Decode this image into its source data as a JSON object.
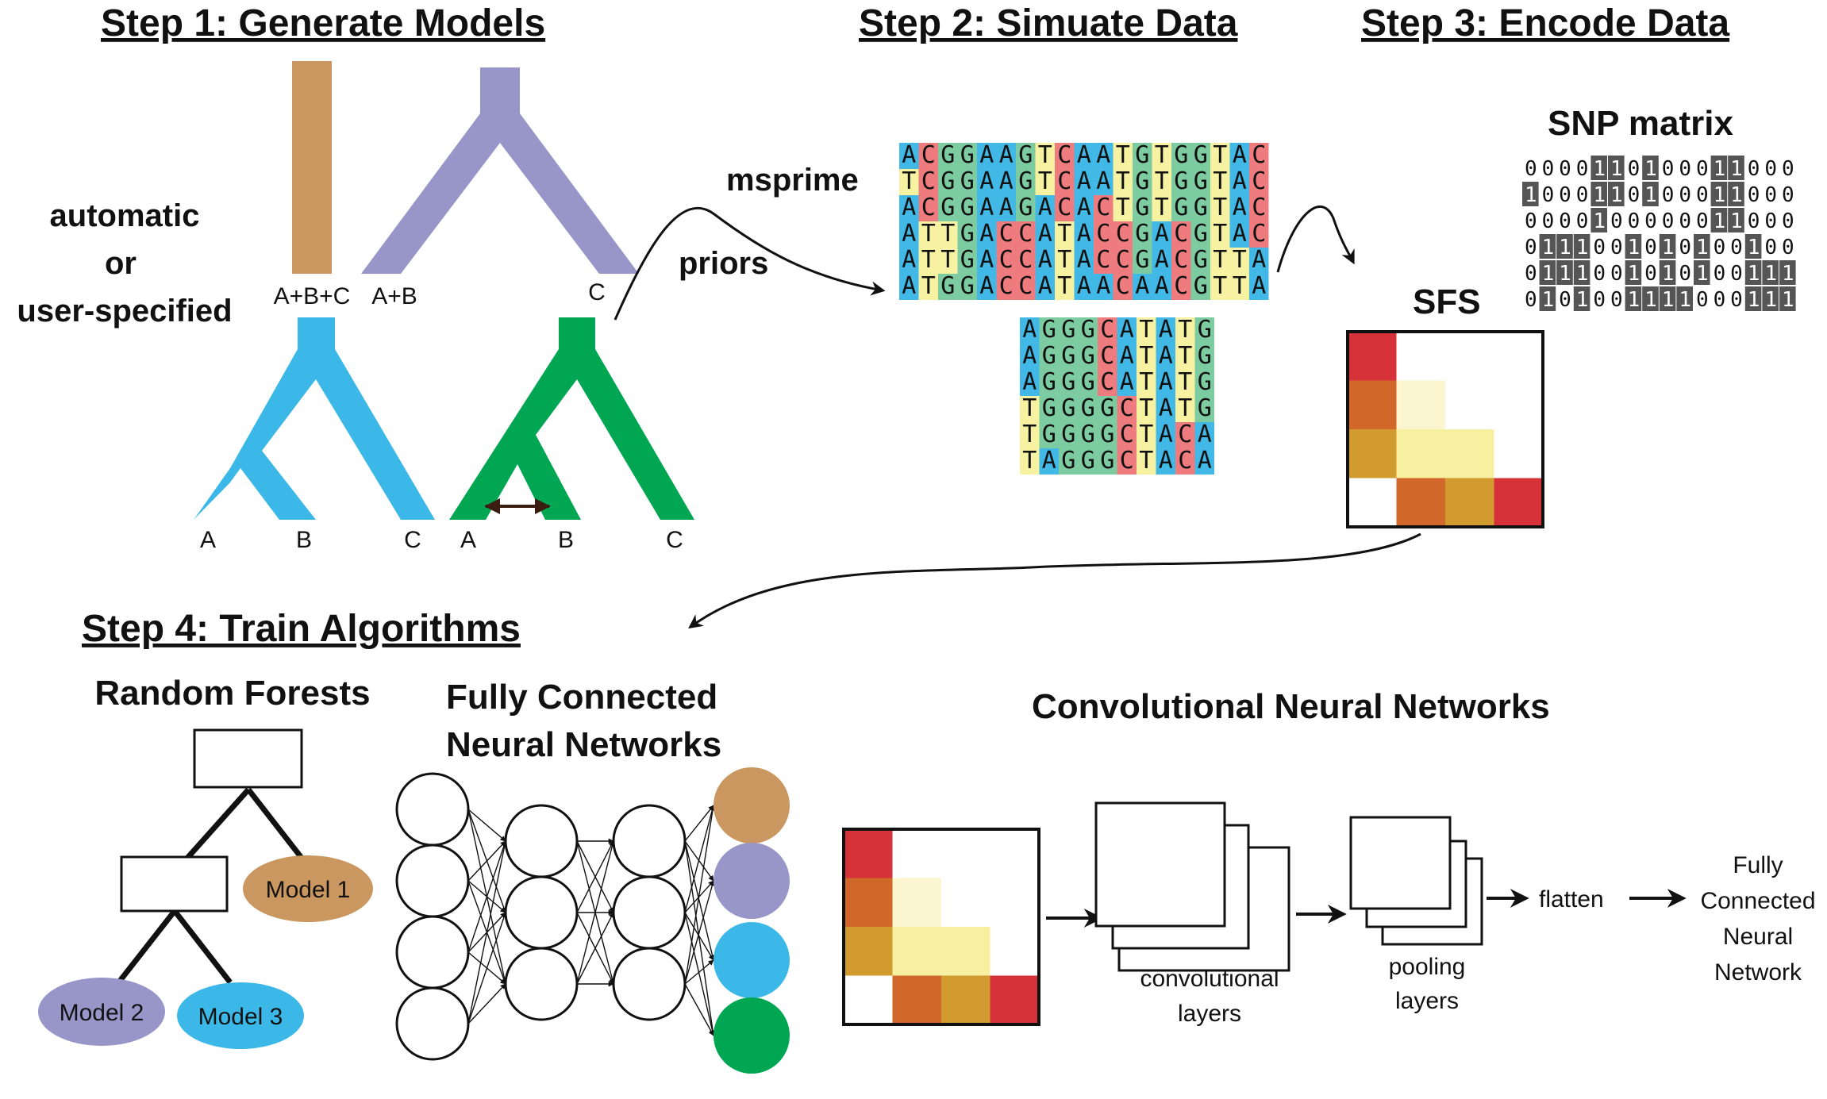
{
  "steps": {
    "step1": "Step 1: Generate Models",
    "step2": "Step 2: Simuate Data",
    "step3": "Step 3: Encode Data",
    "step4": "Step 4: Train Algorithms"
  },
  "step1": {
    "mode_line1": "automatic",
    "mode_line2": "or",
    "mode_line3": "user-specified",
    "tree1_leaf": "A+B+C",
    "tree2_leaves": [
      "A+B",
      "C"
    ],
    "tree3_leaves": [
      "A",
      "B",
      "C"
    ],
    "tree4_leaves": [
      "A",
      "B",
      "C"
    ]
  },
  "step2": {
    "simulator": "msprime",
    "priors": "priors",
    "alignment1": [
      "ACGGAAGTCAATGTGGTAC",
      "TCGGAAGTCAATGTGGTAC",
      "ACGGAAGACACTGTGGTAC",
      "ATTGACCATACCGACGTAC",
      "ATTGACCATACCGACGTTA",
      "ATGGACCATAACAACGTTA"
    ],
    "alignment2": [
      "AGGGCATATG",
      "AGGGCATATG",
      "AGGGCATATG",
      "TGGGGCTATG",
      "TGGGGCTACA",
      "TAGGGCTACA"
    ]
  },
  "step3": {
    "snp_title": "SNP matrix",
    "snp_rows": [
      "0000110100011000",
      "1000110100011000",
      "0000100000011000",
      "0111001010100100",
      "0111001010100111",
      "0101001111000111"
    ],
    "sfs_title": "SFS"
  },
  "step4": {
    "rf_title": "Random Forests",
    "rf_models": [
      "Model 1",
      "Model 2",
      "Model 3"
    ],
    "fcnn_title_line1": "Fully Connected",
    "fcnn_title_line2": "Neural Networks",
    "cnn_title": "Convolutional Neural Networks",
    "conv_label_line1": "convolutional",
    "conv_label_line2": "layers",
    "pool_label_line1": "pooling",
    "pool_label_line2": "layers",
    "flatten": "flatten",
    "fc_line1": "Fully",
    "fc_line2": "Connected",
    "fc_line3": "Neural",
    "fc_line4": "Network"
  },
  "colors": {
    "model1": "#c9975f",
    "model2": "#9896c8",
    "model3": "#3cb8e8",
    "model4": "#00a651",
    "base_A": "#41b8e6",
    "base_C": "#ee7b7d",
    "base_G": "#7dcba0",
    "base_T": "#f7f2a2",
    "sfs_red": "#d5323a",
    "sfs_orange": "#d2672a",
    "sfs_gold": "#d19b2f",
    "sfs_yellow": "#f7f0a0",
    "sfs_pale": "#fbf6cf",
    "snp_box": "#555555"
  }
}
